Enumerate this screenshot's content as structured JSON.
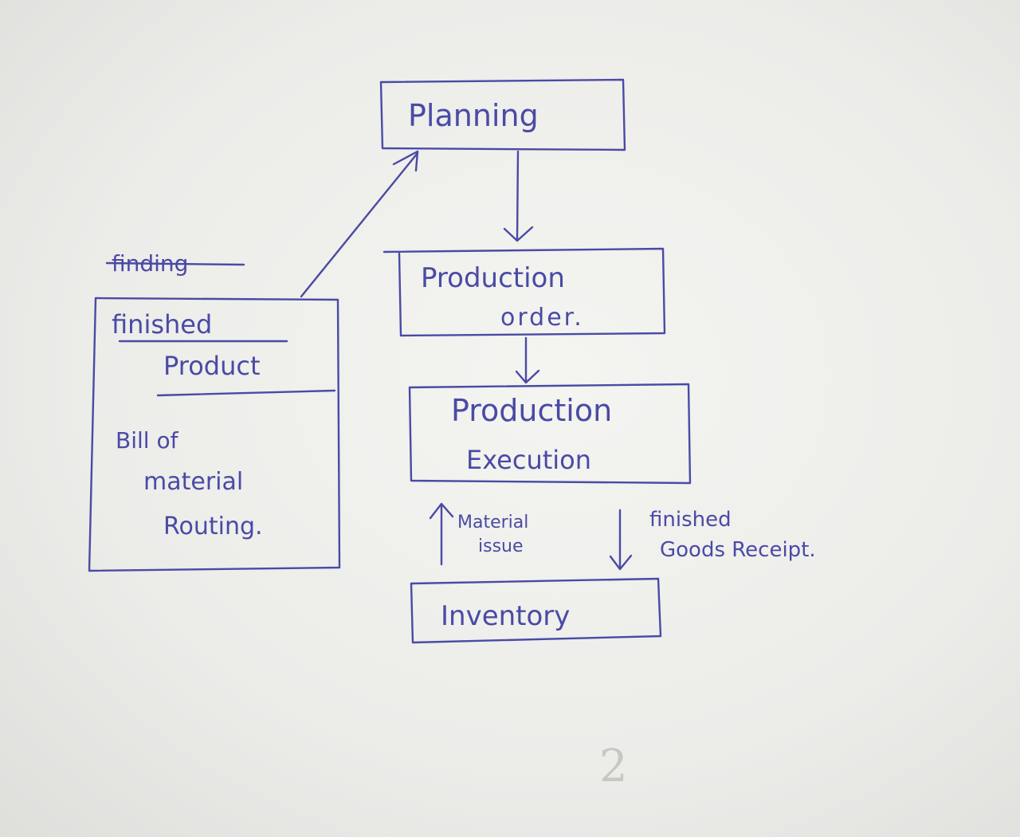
{
  "nodes": {
    "planning": {
      "label": "Planning"
    },
    "production_order": {
      "line1": "Production",
      "line2": "order."
    },
    "production_execution": {
      "line1": "Production",
      "line2": "Execution"
    },
    "inventory": {
      "label": "Inventory"
    },
    "finished_product": {
      "struck_word": "finding",
      "title_line1": "finished",
      "title_line2": "Product",
      "item1_a": "Bill of",
      "item1_b": "material",
      "item2": "Routing."
    }
  },
  "edges": {
    "material_issue": {
      "line1": "Material",
      "line2": "issue"
    },
    "finished_goods_receipt": {
      "line1": "finished",
      "line2": "Goods Receipt."
    }
  },
  "page_mark": "2",
  "colors": {
    "ink": "#4a4aa6",
    "paper": "#f0f0ed"
  }
}
